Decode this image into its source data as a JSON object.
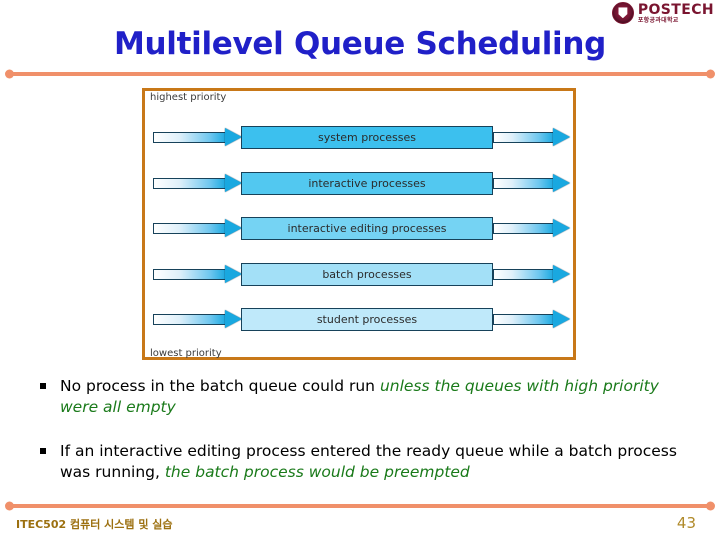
{
  "logo": {
    "name": "POSTECH",
    "subtitle": "포항공과대학교",
    "crest_icon": "postech-crest-icon",
    "color": "#7a1530"
  },
  "slide": {
    "title": "Multilevel Queue Scheduling",
    "title_color": "#2020c8",
    "rule_color": "#f0906a"
  },
  "diagram": {
    "frame_color": "#c87818",
    "top_label": "highest priority",
    "bottom_label": "lowest priority",
    "arrow_in_icon": "arrow-right-icon",
    "arrow_out_icon": "arrow-right-icon",
    "queues": [
      {
        "label": "system processes",
        "fill": "#3cc0ee"
      },
      {
        "label": "interactive processes",
        "fill": "#52c8f0"
      },
      {
        "label": "interactive editing processes",
        "fill": "#75d3f3"
      },
      {
        "label": "batch processes",
        "fill": "#a3e0f7"
      },
      {
        "label": "student processes",
        "fill": "#bfe9fa"
      }
    ]
  },
  "bullets": [
    {
      "marker": "square-bullet-icon",
      "plain": "No process in the batch queue could run ",
      "emphasis": "unless the queues with high priority were all empty"
    },
    {
      "marker": "square-bullet-icon",
      "plain": "If an interactive editing process entered the ready queue while a batch process was running, ",
      "emphasis": "the batch process would be preempted"
    }
  ],
  "footer": {
    "course": "ITEC502 컴퓨터 시스템 및 실습",
    "page_number": "43",
    "color": "#9c7010"
  }
}
